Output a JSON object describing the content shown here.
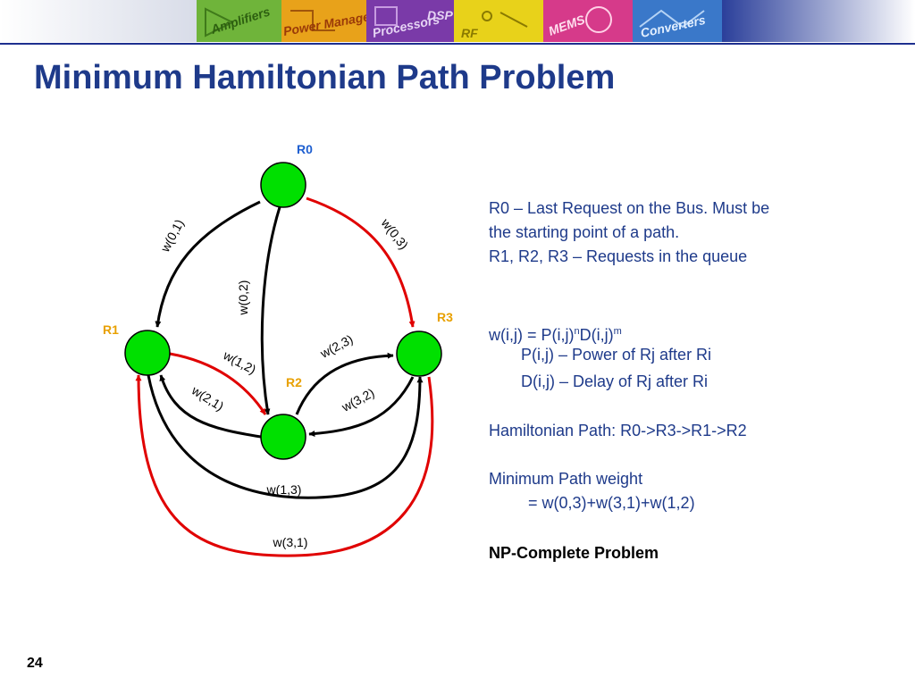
{
  "banner": {
    "tiles": [
      "Amplifiers",
      "Power Management",
      "Processors",
      "DSP",
      "RF",
      "MEMS",
      "Converters"
    ]
  },
  "title": "Minimum Hamiltonian Path Problem",
  "graph": {
    "nodes": {
      "r0": "R0",
      "r1": "R1",
      "r2": "R2",
      "r3": "R3"
    },
    "edges": {
      "w01": "w(0,1)",
      "w02": "w(0,2)",
      "w03": "w(0,3)",
      "w12": "w(1,2)",
      "w21": "w(2,1)",
      "w23": "w(2,3)",
      "w32": "w(3,2)",
      "w13": "w(1,3)",
      "w31": "w(3,1)"
    },
    "colors": {
      "node_fill": "#00e000",
      "path_edge": "#e00000",
      "edge": "#000000",
      "node_label_r0": "#1e5fd0",
      "node_label_other": "#e8a000"
    }
  },
  "text": {
    "line1": "R0 – Last Request on the Bus. Must be",
    "line2": "the starting point of a path.",
    "line3": "R1, R2, R3 – Requests in the queue",
    "w_formula": {
      "a": "w(i,j) = P(i,j)",
      "sup1": "n",
      "b": "D(i,j)",
      "sup2": "m"
    },
    "p_def": "P(i,j) – Power of Rj after Ri",
    "d_def": "D(i,j) – Delay of Rj after Ri",
    "ham_path": "Hamiltonian Path: R0->R3->R1->R2",
    "min_weight_1": "Minimum Path weight",
    "min_weight_2": "= w(0,3)+w(3,1)+w(1,2)",
    "np": "NP-Complete Problem"
  },
  "slide_number": "24"
}
